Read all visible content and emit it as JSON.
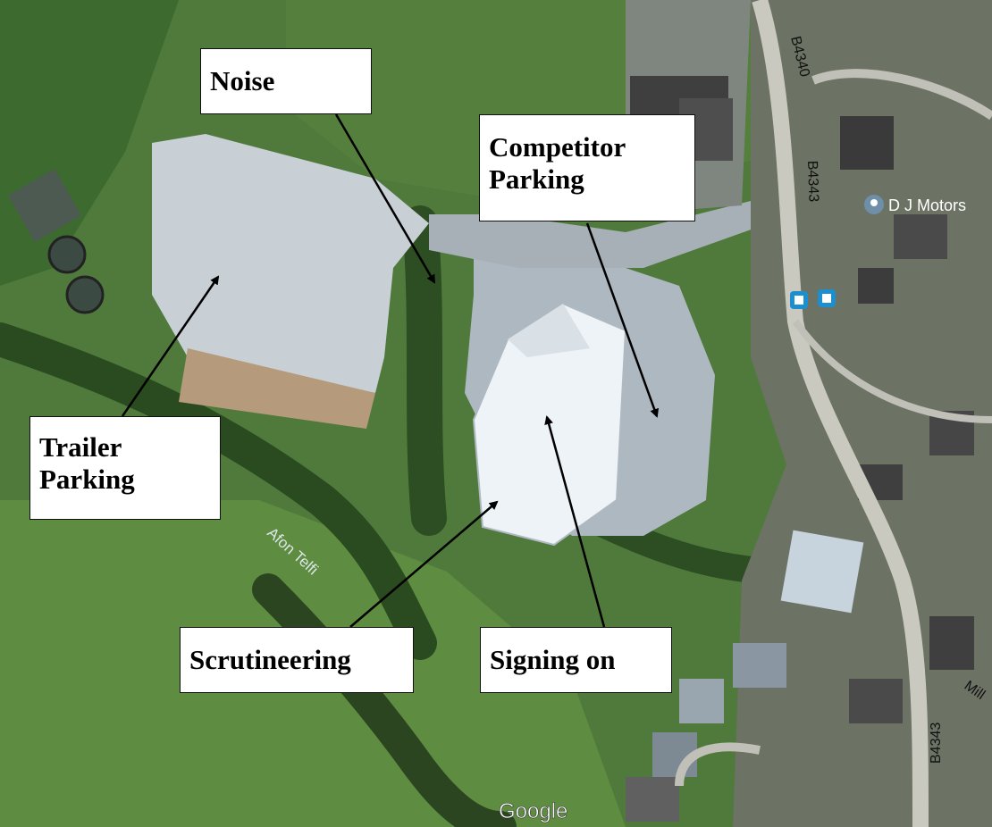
{
  "callouts": {
    "noise": "Noise",
    "competitor_parking_line1": "Competitor",
    "competitor_parking_line2": "Parking",
    "trailer_parking_line1": "Trailer",
    "trailer_parking_line2": "Parking",
    "scrutineering": "Scrutineering",
    "signing_on": "Signing on"
  },
  "map_labels": {
    "road_b4340": "B4340",
    "road_b4343_north": "B4343",
    "road_b4343_south": "B4343",
    "poi_dj_motors": "D J Motors",
    "river_afon_telfi": "Afon Telfi",
    "street_mill": "Mill",
    "watermark": "Google"
  },
  "icons": {
    "poi_pin": "map-pin-icon",
    "bus_stop": "bus-stop-icon"
  },
  "colors": {
    "field_green": "#4f7a3b",
    "car_park_grey": "#b8c2cb",
    "building_white": "#eef3f7",
    "poi_pin": "#6f8fa8",
    "bus_stop": "#1b8fd0"
  }
}
